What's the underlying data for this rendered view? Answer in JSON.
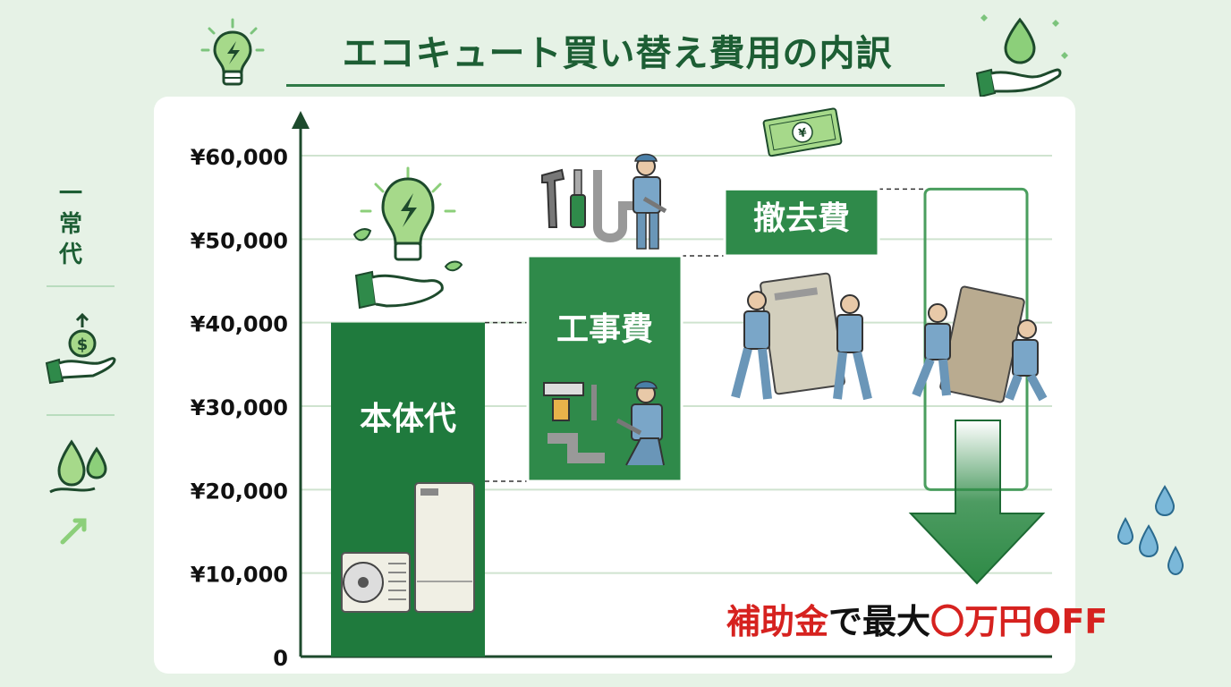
{
  "title": "エコキュート買い替え費用の内訳",
  "side_labels": [
    "一",
    "常",
    "代"
  ],
  "subsidy": {
    "part1": "補助金",
    "part2": "で最大",
    "part3": "〇万円OFF"
  },
  "chart_data": {
    "type": "bar",
    "stacked": "waterfall",
    "categories": [
      "本体代",
      "工事費",
      "撤去費",
      "補助金"
    ],
    "segments": [
      {
        "label": "本体代",
        "bottom": 0,
        "top": 40000
      },
      {
        "label": "工事費",
        "bottom": 21000,
        "top": 48000
      },
      {
        "label": "撤去費",
        "bottom": 48000,
        "top": 56000
      },
      {
        "label": "",
        "bottom": 20000,
        "top": 56000
      }
    ],
    "ylim": [
      0,
      60000
    ],
    "yticks": [
      0,
      10000,
      20000,
      30000,
      40000,
      50000,
      60000
    ],
    "ytick_labels": [
      "0",
      "¥10,000",
      "¥20,000",
      "¥30,000",
      "¥40,000",
      "¥50,000",
      "¥60,000"
    ],
    "grid": true,
    "colors": {
      "bar_dark": "#1f7a3d",
      "bar_mid": "#2f8a4a",
      "arrow": "#2e8a46",
      "grid": "#cfe3cf",
      "axis": "#1d4a2c"
    }
  }
}
